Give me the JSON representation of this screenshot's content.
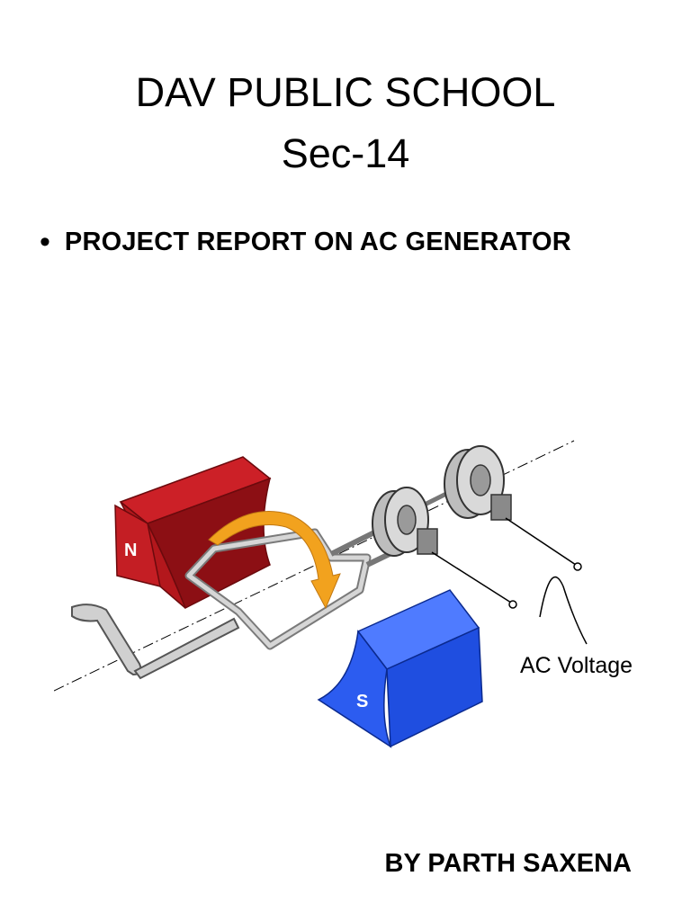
{
  "header": {
    "school": "DAV PUBLIC SCHOOL",
    "sector": "Sec-14"
  },
  "bullet": {
    "symbol": "•",
    "text": "PROJECT REPORT ON AC GENERATOR"
  },
  "diagram": {
    "north_label": "N",
    "south_label": "S",
    "voltage_label": "AC Voltage",
    "colors": {
      "north_magnet": "#b3171c",
      "south_magnet": "#1f4ee0",
      "rotation_arrow": "#f2a21e",
      "coil": "#c9c9c9",
      "slip_ring": "#bdbdbd"
    }
  },
  "footer": {
    "author": "BY PARTH SAXENA"
  }
}
